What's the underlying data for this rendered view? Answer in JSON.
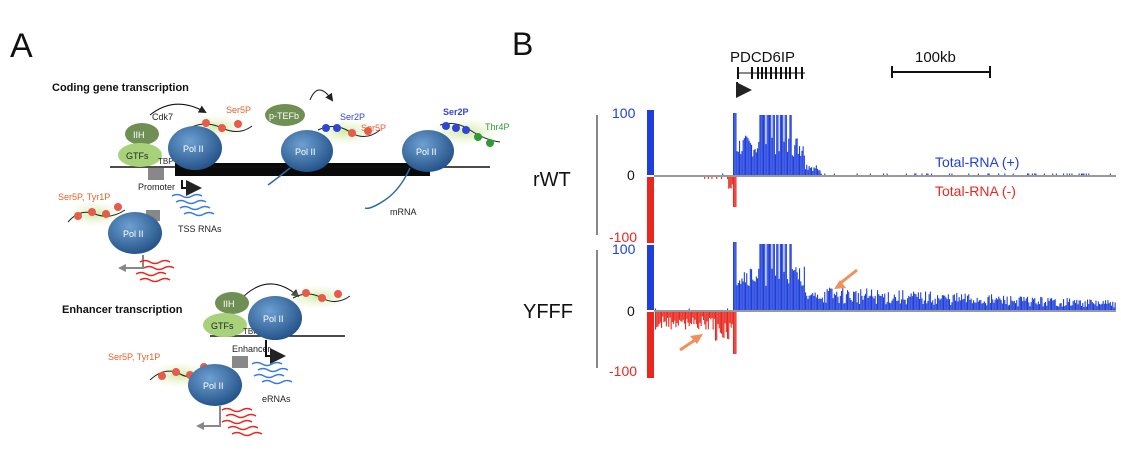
{
  "panelA": {
    "label": "A",
    "coding_title": "Coding gene transcription",
    "enhancer_title": "Enhancer transcription",
    "cdk7": "Cdk7",
    "iih": "IIH",
    "gtfs": "GTFs",
    "tbp": "TBP",
    "polii": "Pol II",
    "ptefb": "p-TEFb",
    "ser5p": "Ser5P",
    "ser2p": "Ser2P",
    "thr4p": "Thr4P",
    "ser5p_tyr1p": "Ser5P, Tyr1P",
    "promoter": "Promoter",
    "enhancer": "Enhancer",
    "tss_rnas": "TSS RNAs",
    "mrna": "mRNA",
    "ernas": "eRNAs"
  },
  "panelB": {
    "label": "B",
    "gene": "PDCD6IP",
    "scale": "100kb",
    "rows": [
      {
        "name": "rWT",
        "top": "100",
        "zero": "0",
        "bottom": "-100"
      },
      {
        "name": "YFFF",
        "top": "100",
        "zero": "0",
        "bottom": "-100"
      }
    ],
    "legend_plus": "Total-RNA (+)",
    "legend_minus": "Total-RNA (-)"
  },
  "colors": {
    "plus": "#1f3fdc",
    "minus": "#e8281e",
    "polii": "#2f6aa6",
    "iih": "#6f8f55",
    "gtfs": "#a7d27a",
    "arrow_orange": "#f0905a",
    "phospho_red": "#e85a4a",
    "phospho_blue": "#3045d8",
    "phospho_green": "#2e9a3a"
  }
}
